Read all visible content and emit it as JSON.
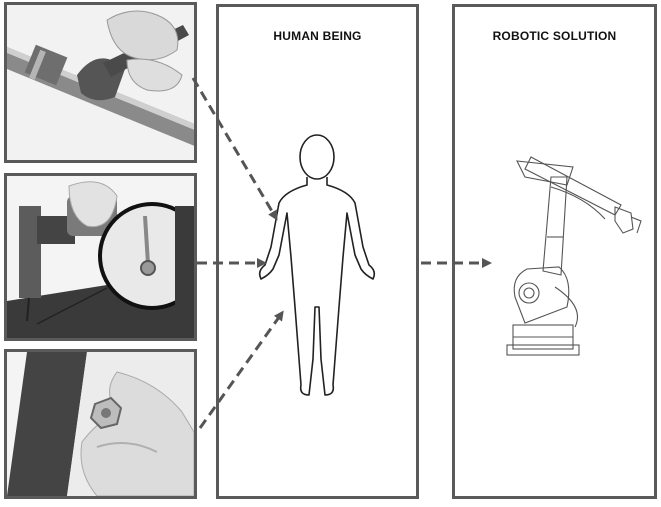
{
  "columns": {
    "human": {
      "title": "HUMAN BEING"
    },
    "robot": {
      "title": "ROBOTIC SOLUTION"
    }
  },
  "task_images": [
    {
      "name": "pipe-wrench-photo",
      "icon": "pipe-wrench-icon"
    },
    {
      "name": "drill-screw-photo",
      "icon": "drill-icon"
    },
    {
      "name": "hand-nut-photo",
      "icon": "nut-icon"
    }
  ],
  "figures": {
    "human": "human-outline-icon",
    "robot": "robot-arm-icon"
  },
  "colors": {
    "border": "#5a5a5a",
    "arrow": "#555555"
  }
}
